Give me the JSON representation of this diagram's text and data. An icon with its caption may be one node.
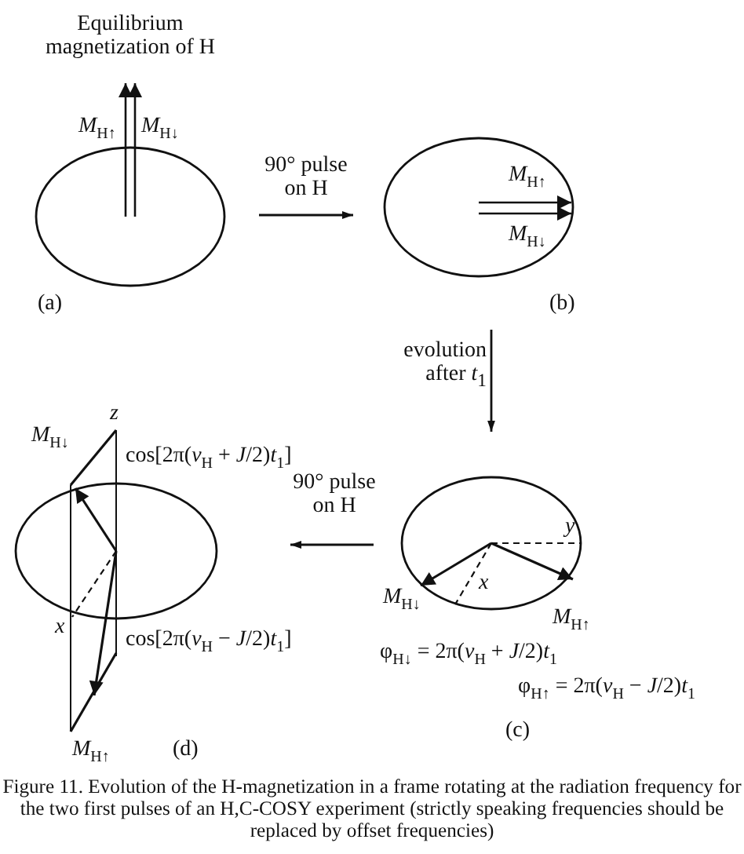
{
  "diagram": {
    "caption": "Figure 11. Evolution of the H-magnetization in a frame rotating at the radiation frequency for the two first pulses of an H,C-COSY experiment (strictly speaking frequencies should be replaced by offset frequencies)",
    "nodes": [
      {
        "text": [
          "Equilibrium magnetization of H",
          "*M*$_{H↑}$",
          "*M*$_{H↓}$",
          "(a)"
        ]
      },
      {
        "text": [
          "*M*$_{H↑}$",
          "*M*$_{H↓}$",
          "(b)"
        ]
      },
      {
        "text": [
          "y",
          "*M*$_{H↓}$",
          "x",
          "*M*$_{H↑}$",
          "φ$_{H↓}$ = 2π(*ν*$_{H}$ + *J*/2)*t*$_{1}$",
          "φ$_{H↑}$ = 2π(*ν*$_{H}$ − *J*/2)*t*$_{1}$",
          "(c)"
        ]
      },
      {
        "text": [
          "*M*$_{H↓}$",
          "z",
          "cos[2π(*ν*$_{H}$ + *J*/2)*t*$_{1}$]",
          "x",
          "cos[2π(*ν*$_{H}$ − *J*/2)*t*$_{1}$]",
          "*M*$_{H↑}$",
          "(d)"
        ]
      }
    ],
    "edges": [
      {
        "from": 0,
        "to": 1,
        "arrow": "to",
        "label": "90° pulse on H"
      },
      {
        "from": 1,
        "to": 2,
        "arrow": "to",
        "label": "evolution after *t*$_{1}$"
      },
      {
        "from": 2,
        "to": 3,
        "arrow": "to",
        "label": "90° pulse on H"
      }
    ]
  }
}
